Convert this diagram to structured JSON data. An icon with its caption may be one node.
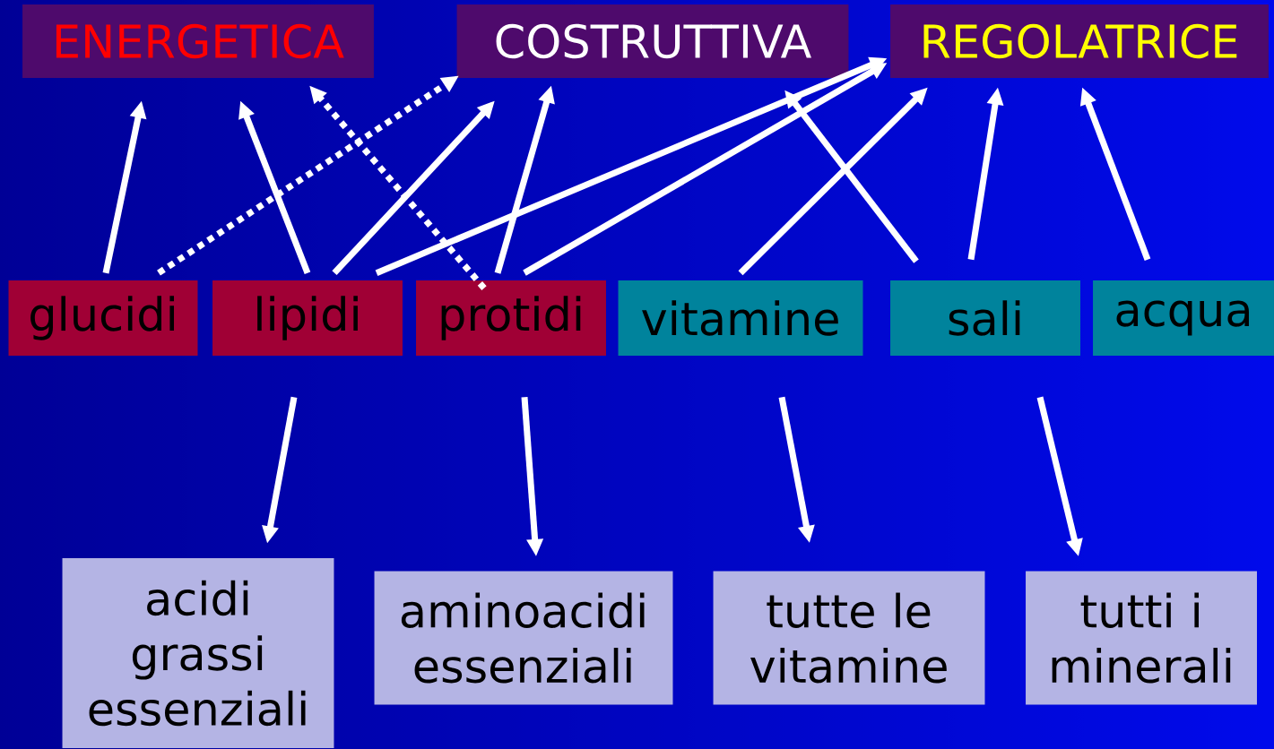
{
  "diagram": {
    "nodes": [
      {
        "text": [
          "ENERGETICA"
        ]
      },
      {
        "text": [
          "COSTRUTTIVA"
        ]
      },
      {
        "text": [
          "REGOLATRICE"
        ]
      },
      {
        "text": [
          "glucidi"
        ]
      },
      {
        "text": [
          "lipidi"
        ]
      },
      {
        "text": [
          "protidi"
        ]
      },
      {
        "text": [
          "vitamine"
        ]
      },
      {
        "text": [
          "sali"
        ]
      },
      {
        "text": [
          "acqua"
        ]
      },
      {
        "text": [
          "acidi grassi essenziali"
        ]
      },
      {
        "text": [
          "aminoacidi essenziali"
        ]
      },
      {
        "text": [
          "tutte le vitamine"
        ]
      },
      {
        "text": [
          "tutti i minerali"
        ]
      }
    ],
    "edges": [
      {
        "from": 3,
        "to": 0,
        "arrow": "to"
      },
      {
        "from": 3,
        "to": 1,
        "arrow": "to",
        "style": "dashed"
      },
      {
        "from": 4,
        "to": 0,
        "arrow": "to"
      },
      {
        "from": 4,
        "to": 1,
        "arrow": "to"
      },
      {
        "from": 4,
        "to": 2,
        "arrow": "to"
      },
      {
        "from": 5,
        "to": 0,
        "arrow": "to",
        "style": "dashed"
      },
      {
        "from": 5,
        "to": 1,
        "arrow": "to"
      },
      {
        "from": 5,
        "to": 2,
        "arrow": "to"
      },
      {
        "from": 6,
        "to": 2,
        "arrow": "to"
      },
      {
        "from": 7,
        "to": 1,
        "arrow": "to"
      },
      {
        "from": 7,
        "to": 2,
        "arrow": "to"
      },
      {
        "from": 8,
        "to": 2,
        "arrow": "to"
      },
      {
        "from": 4,
        "to": 9,
        "arrow": "to"
      },
      {
        "from": 5,
        "to": 10,
        "arrow": "to"
      },
      {
        "from": 6,
        "to": 11,
        "arrow": "to"
      },
      {
        "from": 7,
        "to": 12,
        "arrow": "to"
      }
    ]
  }
}
